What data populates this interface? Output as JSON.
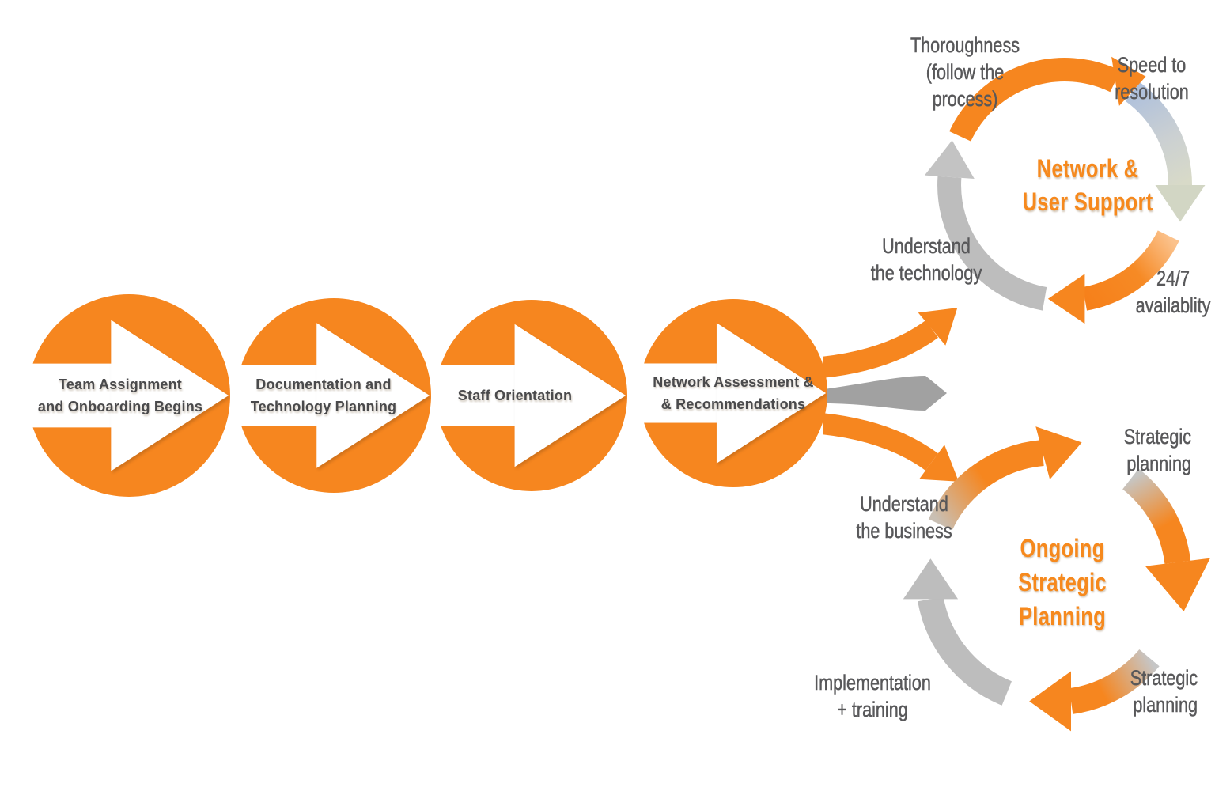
{
  "colors": {
    "orange": "#F6861F",
    "gray_arrow": "#BDBDBD",
    "silver_blue": "#AEC0DC",
    "ribbon_gray": "#A1A1A1",
    "step_text": "#4A4A4C",
    "label_text": "#58585A",
    "title_orange": "#F6891D",
    "background": "#FFFFFF"
  },
  "flow_steps": [
    {
      "lines": [
        "Team Assignment",
        "and Onboarding Begins"
      ]
    },
    {
      "lines": [
        "Documentation and",
        "Technology Planning"
      ]
    },
    {
      "lines": [
        "Staff Orientation"
      ]
    },
    {
      "lines": [
        "Network Assessment &",
        "& Recommendations"
      ]
    }
  ],
  "network_cycle": {
    "title": [
      "Network &",
      "User Support"
    ],
    "labels": {
      "thoroughness": [
        "Thoroughness",
        "(follow the",
        "process)"
      ],
      "speed": [
        "Speed to",
        "resolution"
      ],
      "availability": [
        "24/7",
        "availablity"
      ],
      "technology": [
        "Understand",
        "the technology"
      ]
    }
  },
  "strategic_cycle": {
    "title": [
      "Ongoing",
      "Strategic",
      "Planning"
    ],
    "labels": {
      "business": [
        "Understand",
        "the business"
      ],
      "planning_top": [
        "Strategic",
        "planning"
      ],
      "planning_bottom": [
        "Strategic",
        "planning"
      ],
      "implementation": [
        "Implementation",
        "+ training"
      ]
    }
  }
}
